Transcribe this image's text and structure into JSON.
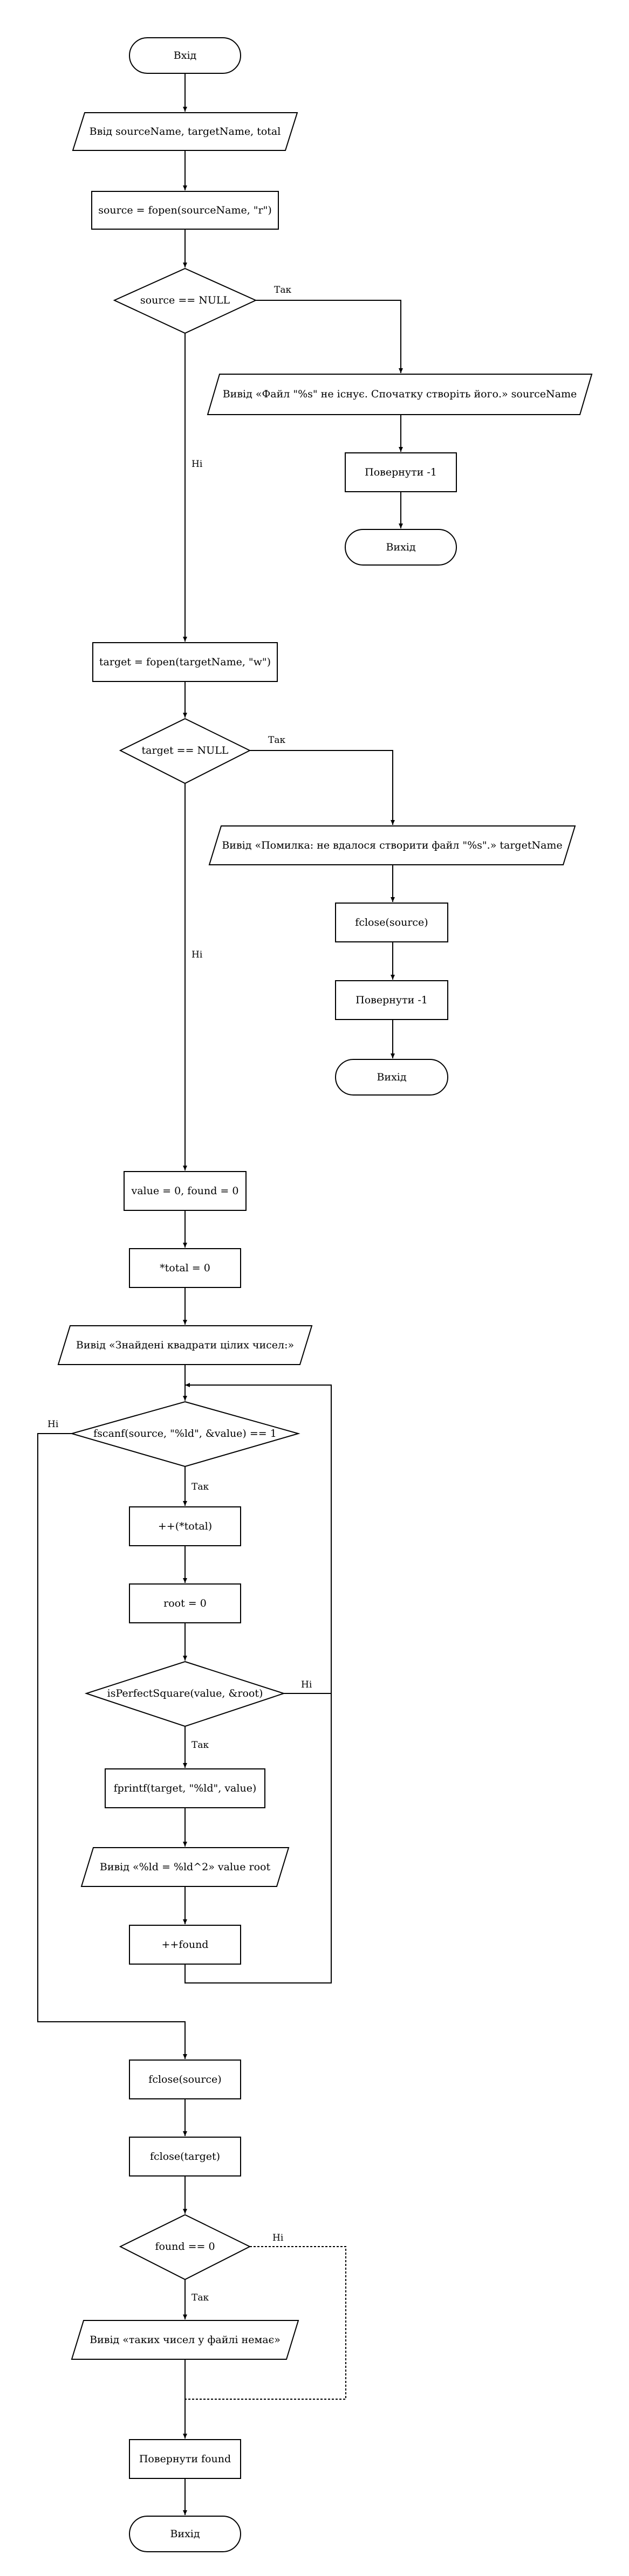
{
  "nodes": {
    "start": "Вхід",
    "input_args": "Ввід sourceName, targetName, total",
    "open_source": "source = fopen(sourceName, \"r\")",
    "check_source": "source == NULL",
    "err_source": "Вивід «Файл \"%s\" не існує. Спочатку створіть його.» sourceName",
    "ret1": "Повернути -1",
    "end1": "Вихід",
    "open_target": "target = fopen(targetName, \"w\")",
    "check_target": "target == NULL",
    "err_target": "Вивід «Помилка: не вдалося створити файл \"%s\".» targetName",
    "close_src1": "fclose(source)",
    "ret2": "Повернути -1",
    "end2": "Вихід",
    "init_vals": "value = 0, found = 0",
    "init_total": "*total = 0",
    "print_header": "Вивід «Знайдені квадрати цілих чисел:»",
    "loop_cond": "fscanf(source, \"%ld\", &value) == 1",
    "inc_total": "++(*total)",
    "init_root": "root = 0",
    "check_square": "isPerfectSquare(value, &root)",
    "write_val": "fprintf(target, \"%ld\", value)",
    "print_square": "Вивід «%ld = %ld^2» value root",
    "inc_found": "++found",
    "close_src2": "fclose(source)",
    "close_tgt": "fclose(target)",
    "check_found": "found == 0",
    "print_none": "Вивід «таких чисел у файлі немає»",
    "ret_found": "Повернути found",
    "end3": "Вихід"
  },
  "edges": {
    "yes": "Так",
    "no": "Ні"
  }
}
